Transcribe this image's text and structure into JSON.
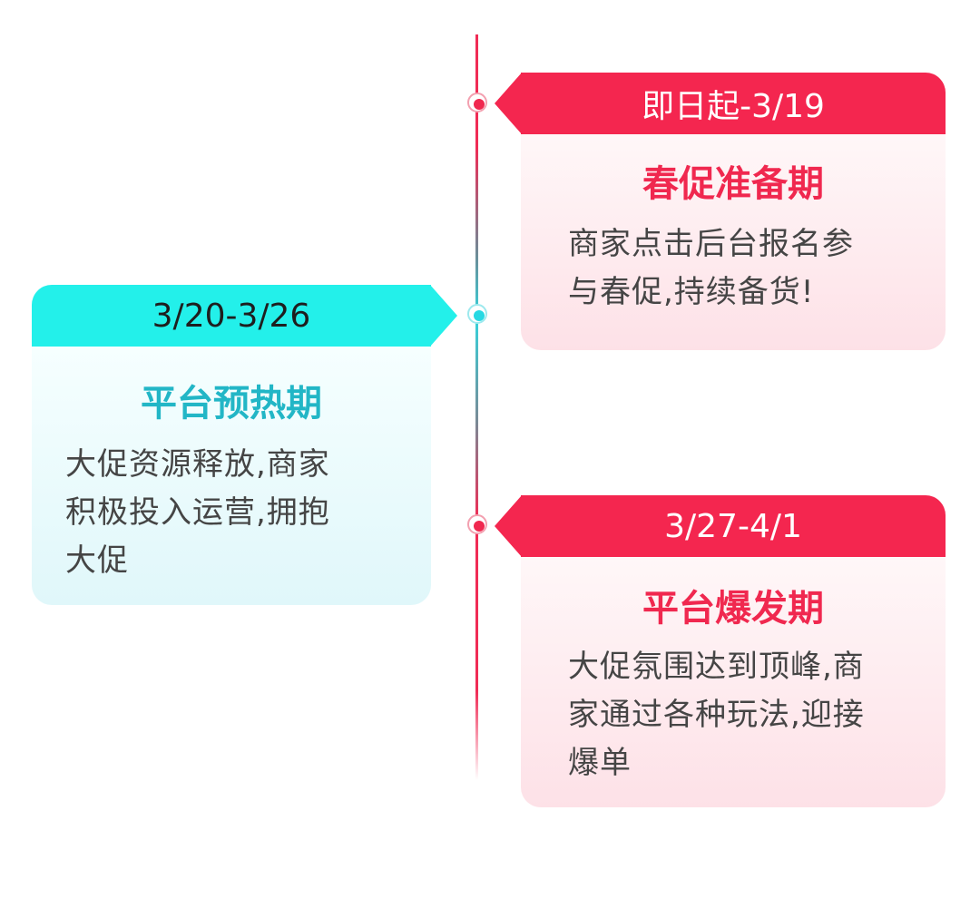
{
  "colors": {
    "red": "#f4264f",
    "teal": "#23f0ea",
    "red_title": "#f0284f",
    "teal_title": "#22b6c6"
  },
  "stages": [
    {
      "date": "即日起-3/19",
      "title": "春促准备期",
      "lines": [
        "商家点击后台报名参",
        "与春促,持续备货!"
      ]
    },
    {
      "date": "3/20-3/26",
      "title": "平台预热期",
      "lines": [
        "大促资源释放,商家",
        "积极投入运营,拥抱",
        "大促"
      ]
    },
    {
      "date": "3/27-4/1",
      "title": "平台爆发期",
      "lines": [
        "大促氛围达到顶峰,商",
        "家通过各种玩法,迎接",
        "爆单"
      ]
    }
  ]
}
